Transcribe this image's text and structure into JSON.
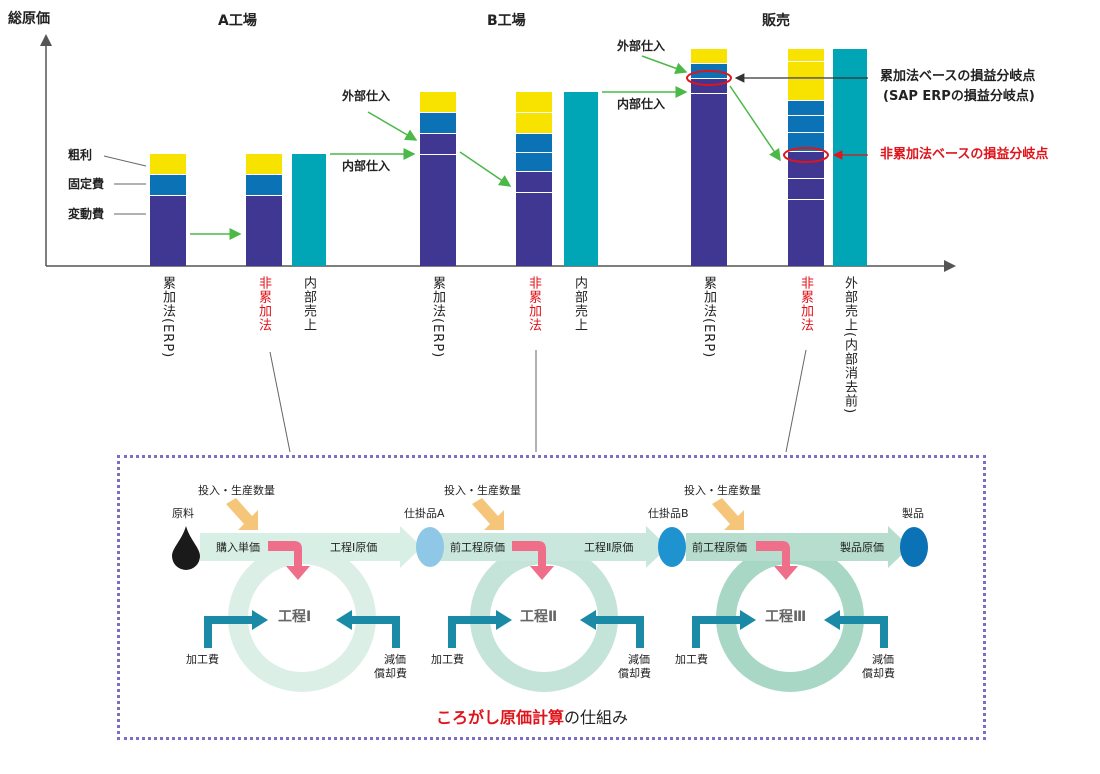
{
  "headers": {
    "y_axis": "総原価",
    "factory_a": "A工場",
    "factory_b": "B工場",
    "sales": "販売"
  },
  "legend": {
    "gross_profit": "粗利",
    "fixed_cost": "固定費",
    "variable_cost": "変動費"
  },
  "flow_labels": {
    "external_purchase": "外部仕入",
    "internal_purchase": "内部仕入"
  },
  "bar_labels": {
    "a_cum": "累加法(ERP)",
    "a_noncum": "非累加法",
    "a_sales": "内部売上",
    "b_cum": "累加法(ERP)",
    "b_noncum": "非累加法",
    "b_sales": "内部売上",
    "s_cum": "累加法(ERP)",
    "s_noncum": "非累加法",
    "s_sales": "外部売上(内部消去前)"
  },
  "annotations": {
    "cum_breakeven_1": "累加法ベースの損益分岐点",
    "cum_breakeven_2": "(SAP ERPの損益分岐点)",
    "noncum_breakeven": "非累加法ベースの損益分岐点"
  },
  "process": {
    "title_red": "ころがし原価計算",
    "title_black": "の仕組み",
    "raw_material": "原料",
    "wip_a": "仕掛品A",
    "wip_b": "仕掛品B",
    "product": "製品",
    "input_qty": "投入・生産数量",
    "purchase_price": "購入単価",
    "prev_cost": "前工程原価",
    "cost_1": "工程Ⅰ原価",
    "cost_2": "工程Ⅱ原価",
    "product_cost": "製品原価",
    "stage_1": "工程Ⅰ",
    "stage_2": "工程Ⅱ",
    "stage_3": "工程Ⅲ",
    "processing_cost": "加工費",
    "depreciation_1": "減価",
    "depreciation_2": "償却費"
  },
  "colors": {
    "variable": "#3f3791",
    "fixed": "#0a72b5",
    "profit": "#f7e200",
    "sales": "#00a6b5",
    "arrow_green": "#4cb848",
    "red": "#e0141b",
    "ring_1": "#dcefe7",
    "ring_2": "#c4e4da",
    "ring_3": "#a9d7c5"
  }
}
